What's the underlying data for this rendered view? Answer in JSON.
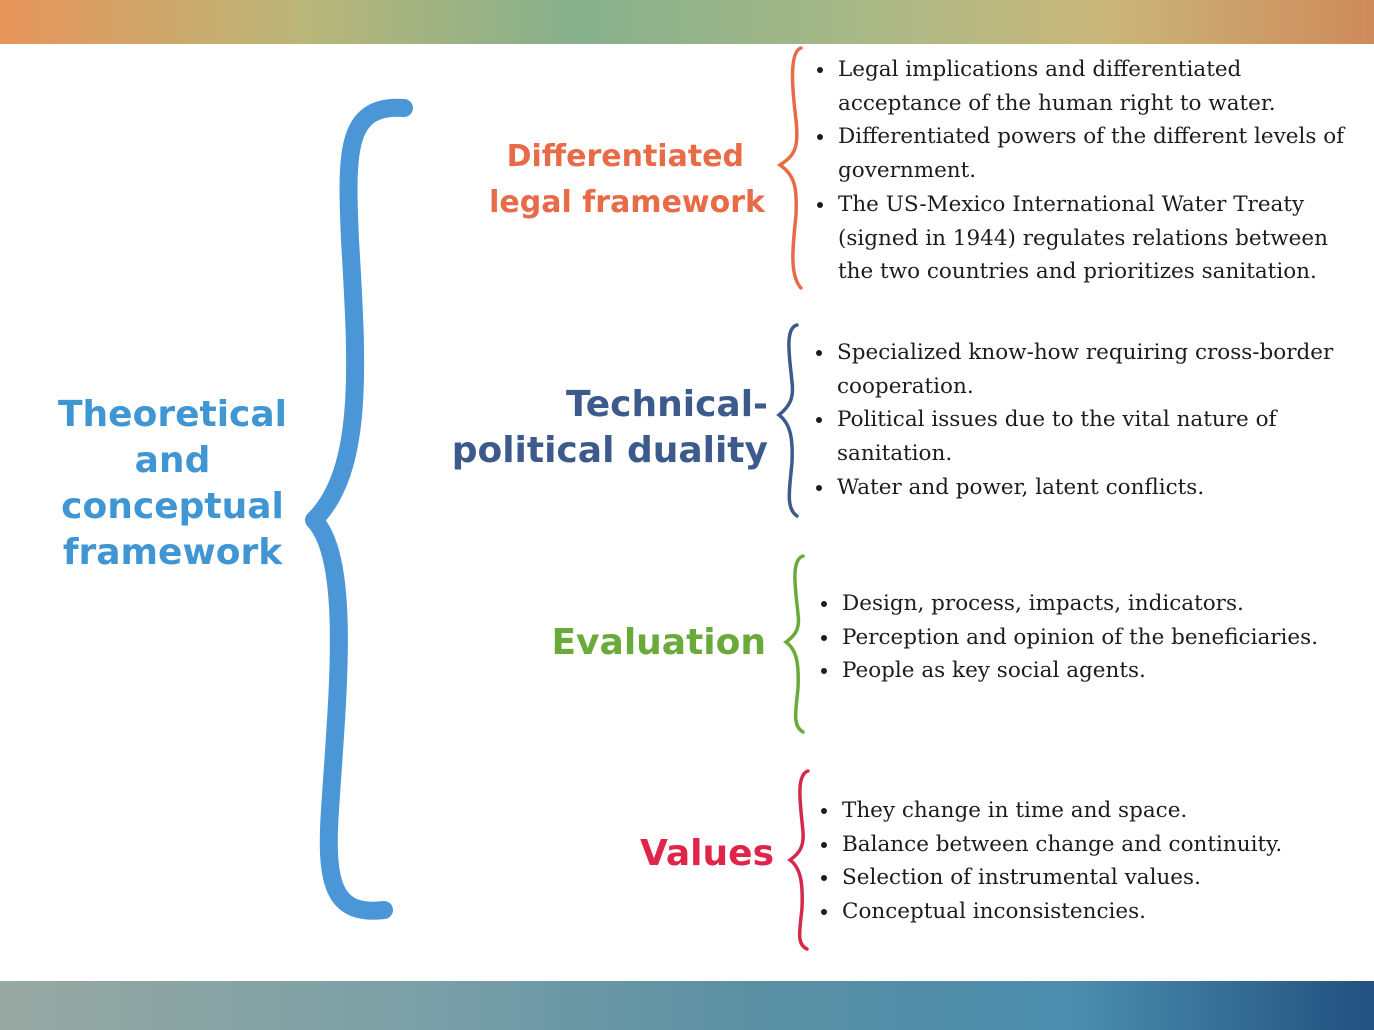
{
  "title": {
    "lines": [
      "Theoretical",
      "and",
      "conceptual",
      "framework"
    ],
    "color": "#3f96d3"
  },
  "categories": [
    {
      "label_lines": [
        "Differentiated",
        "legal framework"
      ],
      "color": "#e86a47",
      "items": [
        "Legal implications and differentiated acceptance of the human right to water.",
        "Differentiated powers of the different levels of government.",
        "The US-Mexico International Water Treaty (signed in 1944) regulates relations between the two countries and prioritizes sanitation."
      ]
    },
    {
      "label_lines": [
        "Technical-",
        "political duality"
      ],
      "color": "#3d5a8c",
      "items": [
        "Specialized know-how requiring cross-border cooperation.",
        "Political issues due to the vital nature of sanitation.",
        "Water and power, latent conflicts."
      ]
    },
    {
      "label_lines": [
        "Evaluation"
      ],
      "color": "#6aaa3a",
      "items": [
        "Design, process, impacts, indicators.",
        "Perception and opinion of the beneficiaries.",
        "People as key social agents."
      ]
    },
    {
      "label_lines": [
        "Values"
      ],
      "color": "#e1244a",
      "items": [
        "They change in time and space.",
        "Balance between change and continuity.",
        "Selection of instrumental values.",
        "Conceptual inconsistencies."
      ]
    }
  ]
}
